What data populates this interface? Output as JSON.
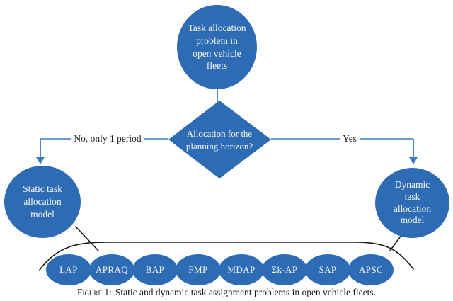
{
  "figure": {
    "caption_prefix": "Figure 1:",
    "caption_text": "Static and dynamic task assignment problems in open vehicle fleets."
  },
  "colors": {
    "node_fill": "#2d6cb4",
    "connector_blue": "#3e7bbd",
    "brace_black": "#1a1a1a",
    "node_text": "#f6f7f2",
    "label_text": "#1f1f1f"
  },
  "nodes": {
    "root": {
      "lines": [
        "Task allocation",
        "problem in",
        "open vehicle",
        "fleets"
      ]
    },
    "decision": {
      "lines": [
        "Allocation for the",
        "planning horizon?"
      ]
    },
    "static": {
      "lines": [
        "Static task",
        "allocation",
        "model"
      ]
    },
    "dynamic": {
      "lines": [
        "Dynamic",
        "task",
        "allocation",
        "model"
      ]
    }
  },
  "edges": {
    "no_label": "No, only 1 period",
    "yes_label": "Yes"
  },
  "ellipses": [
    "LAP",
    "APRAQ",
    "BAP",
    "FMP",
    "MDAP",
    "Σk-AP",
    "SAP",
    "APSC"
  ]
}
